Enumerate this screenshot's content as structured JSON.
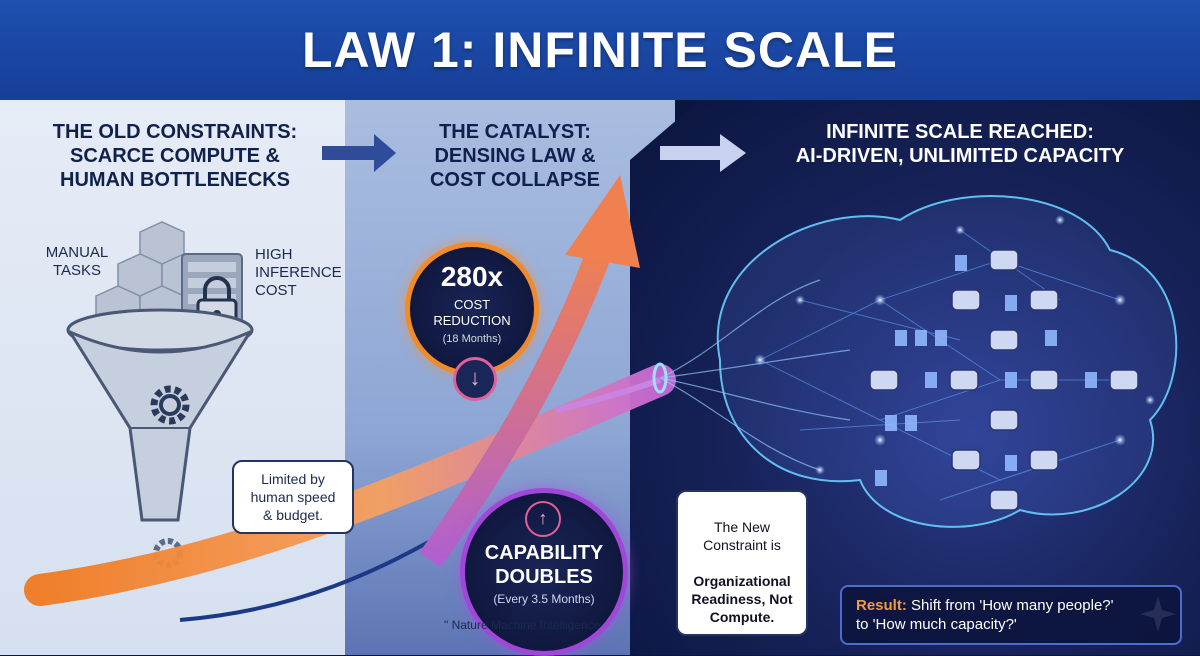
{
  "title": "LAW 1: INFINITE SCALE",
  "left": {
    "heading": "THE OLD CONSTRAINTS:\nSCARCE COMPUTE &\nHUMAN BOTTLENECKS",
    "manual_label": "MANUAL\nTASKS",
    "cost_label": "HIGH\nINFERENCE\nCOST",
    "bubble": "Limited by\nhuman speed\n& budget."
  },
  "middle": {
    "heading": "THE CATALYST:\nDENSING LAW &\nCOST COLLAPSE",
    "cost_circle": {
      "big": "280x",
      "small": "COST\nREDUCTION",
      "sub": "(18 Months)"
    },
    "capability_circle": {
      "title": "CAPABILITY\nDOUBLES",
      "sub": "(Every 3.5 Months)"
    },
    "footnote": "\" Nature Machine Intelligence"
  },
  "right": {
    "heading": "INFINITE SCALE REACHED:\nAI-DRIVEN, UNLIMITED CAPACITY",
    "bubble_pre": "The New\nConstraint is",
    "bubble_bold": "Organizational\nReadiness, Not\nCompute.",
    "result_label": "Result:",
    "result_text": " Shift from 'How many people?'\nto 'How much capacity?'"
  },
  "icons": {
    "arrow_left_mid": "arrow-right-icon",
    "arrow_mid_right": "arrow-right-icon",
    "gear": "gear-icon",
    "lock": "lock-icon",
    "down": "arrow-down-icon",
    "up": "arrow-up-icon",
    "sparkle": "sparkle-icon"
  },
  "colors": {
    "banner": "#1f4fb0",
    "orange": "#f08b2b",
    "purple": "#a046d8",
    "pink": "#e0609a"
  }
}
